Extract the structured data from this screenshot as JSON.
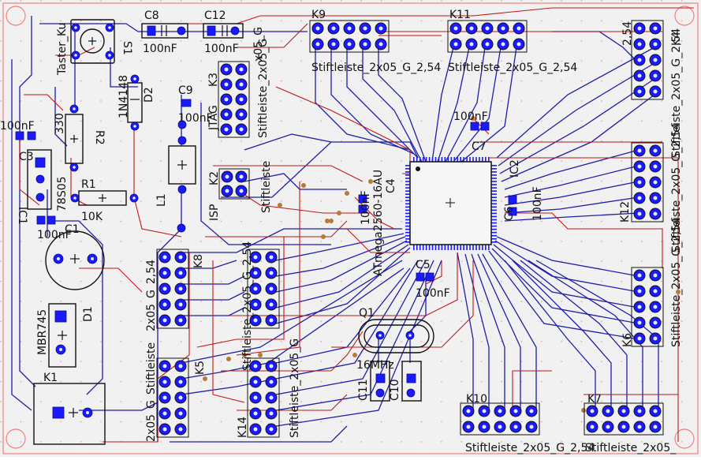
{
  "colors": {
    "board_bg": "#f1f1f1",
    "grid_dot": "#f0a0a0",
    "outline": "#f08080",
    "blue_trace": "#1e1ea8",
    "red_trace": "#c01818",
    "pad": "#1a1aff",
    "pad_hole": "#e8e8ff",
    "via": "#b87a3a",
    "silk": "#111111"
  },
  "components": {
    "taster": "Taster_Ku",
    "s1": "S1",
    "c8": "C8",
    "c8_val": "100nF",
    "c12": "C12",
    "c12_val": "100nF",
    "x05g_top": "x05_G",
    "k9": "K9",
    "k9_name": "Stiftleiste_2x05_G_2,54",
    "k11": "K11",
    "k11_name": "Stiftleiste_2x05_G_2,54",
    "k4": "K4",
    "k4_val": "2,54",
    "k4_name": "Stiftleiste_2x05_G_2,54",
    "d2_val": "1N4148",
    "d2": "D2",
    "k3": "K3",
    "jtag": "JTAG",
    "k3_name": "Stiftleiste_2x05_G",
    "c9": "C9",
    "c9_val": "100nF",
    "c7_val": "100nF",
    "c7": "C7",
    "r330": "330",
    "r2": "R2",
    "c3_val": "100nF",
    "c3": "C3",
    "ic1": "IC1",
    "reg": "78S05",
    "ic2": "IC2",
    "r1": "R1",
    "r1_val": "10K",
    "l1": "L1",
    "k2": "K2",
    "isp": "ISP",
    "k2_name": "Stiftleiste",
    "mcu": "ATmega2560-16AU",
    "c4_val": "100nF",
    "c4": "C4",
    "c6": "C6",
    "c6_val": "100nF",
    "k12": "K12",
    "k12_name": "Stiftleiste_2x05_G_2,54",
    "c2_val": "100nF",
    "c1": "C1",
    "k8": "K8",
    "k8_name": "2x05_G_2,54",
    "k13_name": "Stiftleiste_2x05_G_2,54",
    "c5": "C5",
    "c5_val": "100nF",
    "mbr": "MBR745",
    "d1": "D1",
    "q1": "Q1",
    "q1_val": "16MHz",
    "k6": "K6",
    "k6_name": "Stiftleiste_2x05_G_2,54",
    "k5": "K5",
    "k5_name": "2x05_G_Stiftleiste",
    "k14": "K14",
    "k14_name": "Stiftleiste_2x05_G",
    "c11": "C11",
    "c10": "C10",
    "k1": "K1",
    "k10": "K10",
    "k10_name": "Stiftleiste_2x05_G_2,54",
    "k7": "K7",
    "k7_name": "Stiftleiste_2x05_"
  }
}
